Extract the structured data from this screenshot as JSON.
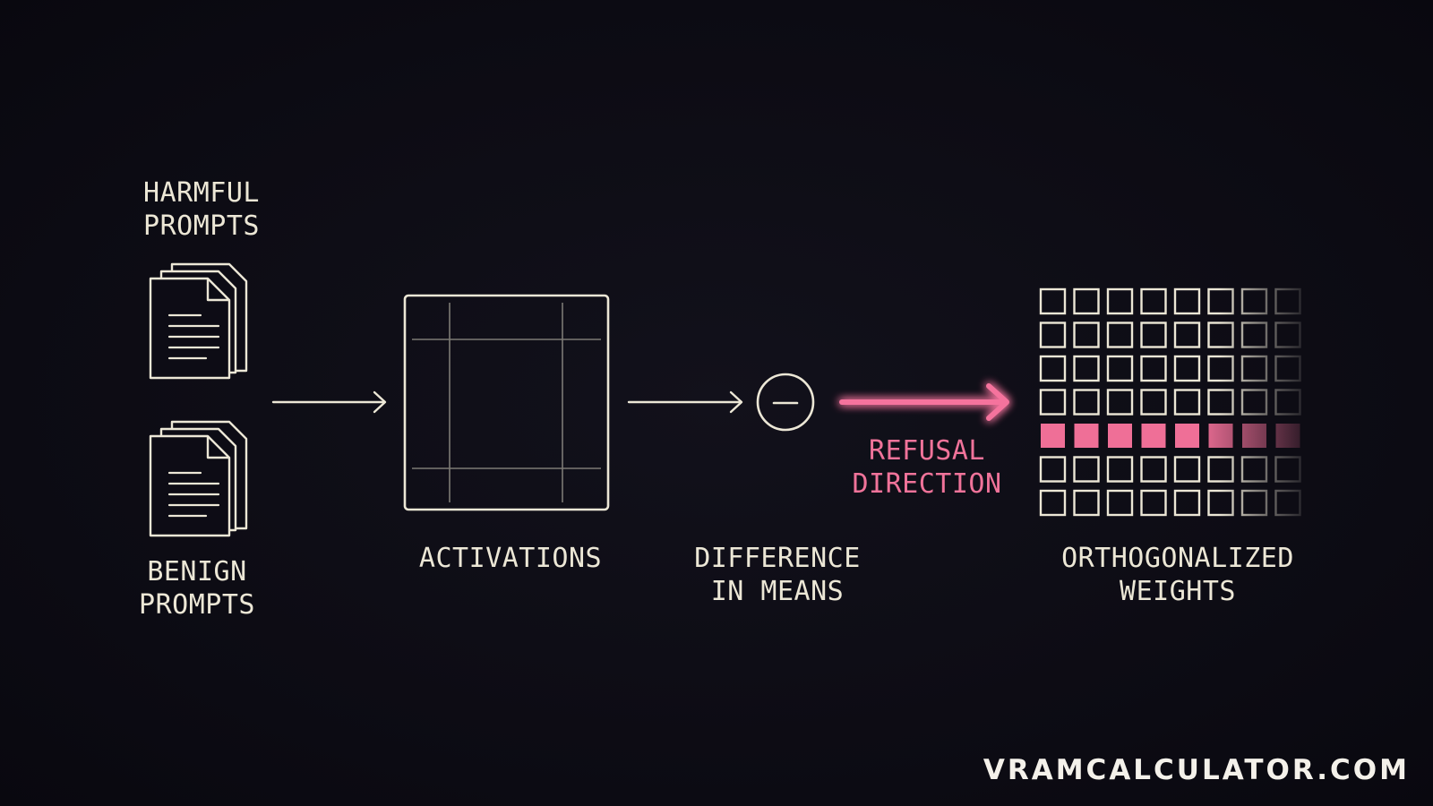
{
  "nodes": {
    "harmful": {
      "lines": [
        "HARMFUL",
        "PROMPTS"
      ]
    },
    "benign": {
      "lines": [
        "BENIGN",
        "PROMPTS"
      ]
    },
    "activations": {
      "lines": [
        "ACTIVATIONS"
      ]
    },
    "difference": {
      "lines": [
        "DIFFERENCE",
        "IN MEANS"
      ]
    },
    "refusal": {
      "lines": [
        "REFUSAL",
        "DIRECTION"
      ]
    },
    "weights": {
      "lines": [
        "ORTHOGONALIZED",
        "WEIGHTS"
      ]
    }
  },
  "difference_operator": "−",
  "weight_grid": {
    "rows": 7,
    "cols": 8,
    "highlighted_row": 4
  },
  "watermark": "VRAMCALCULATOR.COM",
  "colors": {
    "background": "#0d0c15",
    "foreground": "#ece7d6",
    "accent": "#f0739a"
  },
  "icons": {
    "prompt_documents": "document-stack-icon",
    "difference": "minus-circle-icon",
    "arrow": "arrow-right-icon"
  }
}
